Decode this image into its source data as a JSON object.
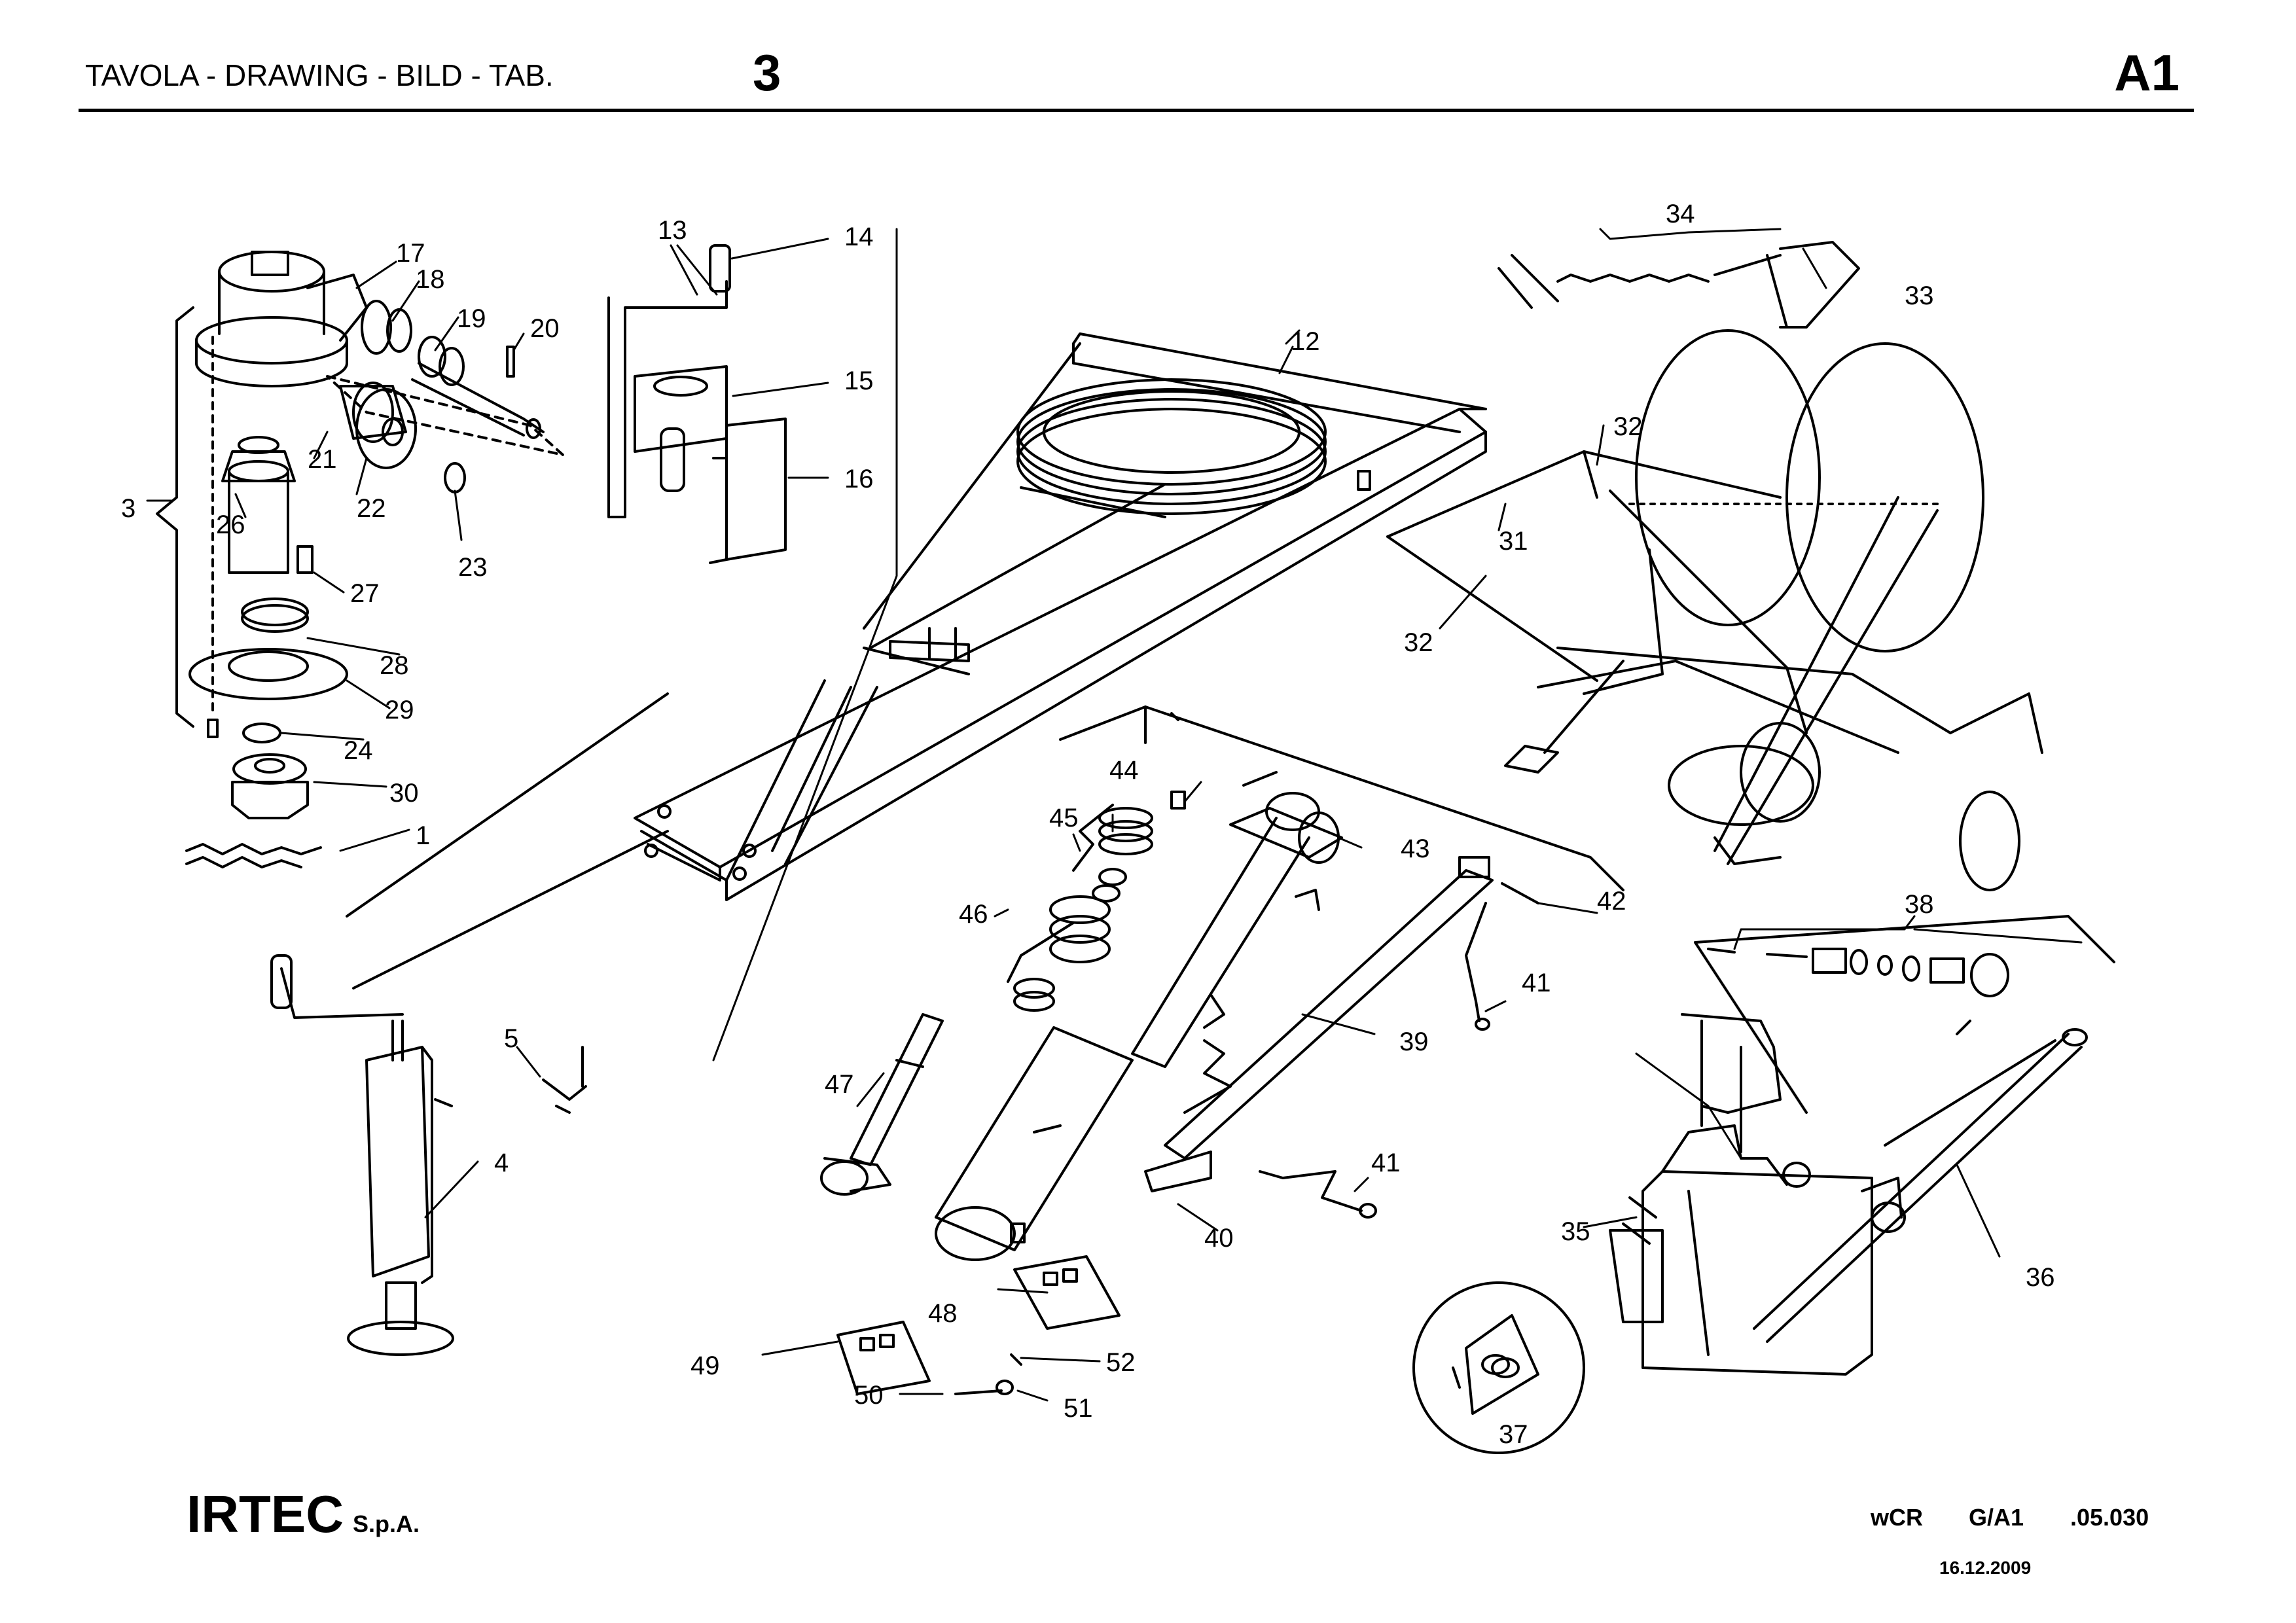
{
  "header": {
    "title": "TAVOLA - DRAWING - BILD - TAB.",
    "table_number": "3",
    "model": "A1"
  },
  "part_labels": [
    "1",
    "3",
    "4",
    "5",
    "12",
    "13",
    "14",
    "15",
    "16",
    "17",
    "18",
    "19",
    "20",
    "21",
    "22",
    "23",
    "24",
    "26",
    "27",
    "28",
    "29",
    "30",
    "31",
    "32",
    "32",
    "33",
    "34",
    "35",
    "36",
    "37",
    "38",
    "39",
    "40",
    "41",
    "41",
    "42",
    "43",
    "44",
    "45",
    "46",
    "47",
    "48",
    "49",
    "50",
    "51",
    "52"
  ],
  "footer": {
    "company": "IRTEC",
    "company_suffix": "S.p.A.",
    "code_prefix": "wCR",
    "code_group": "G/A1",
    "code_number": ".05.030",
    "date": "16.12.2009"
  }
}
